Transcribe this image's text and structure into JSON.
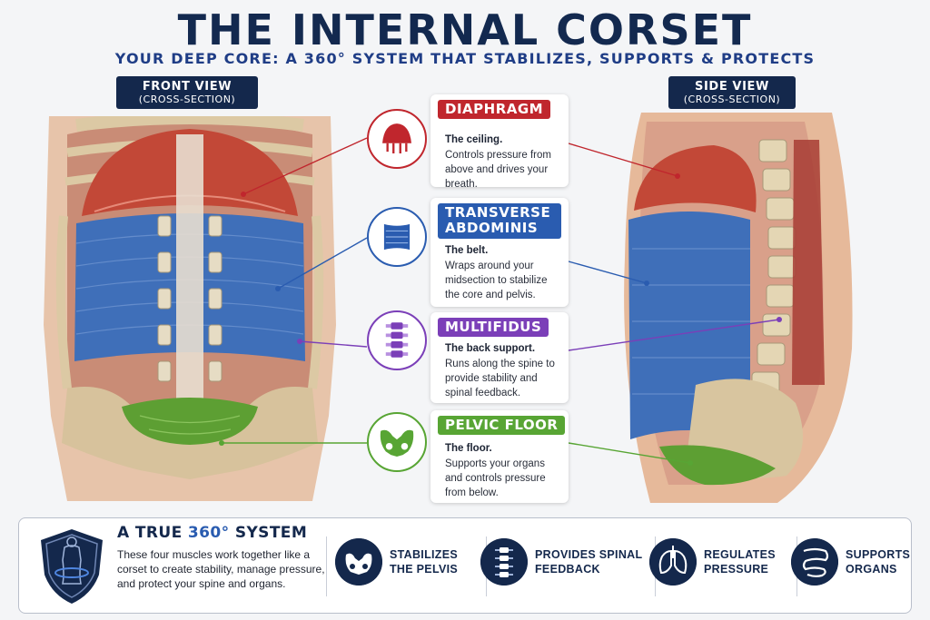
{
  "header": {
    "title": "THE INTERNAL CORSET",
    "subtitle": "YOUR DEEP CORE: A 360° SYSTEM THAT STABILIZES, SUPPORTS & PROTECTS"
  },
  "views": {
    "front": {
      "line1": "FRONT VIEW",
      "line2": "(CROSS-SECTION)"
    },
    "side": {
      "line1": "SIDE VIEW",
      "line2": "(CROSS-SECTION)"
    }
  },
  "muscles": [
    {
      "name": "DIAPHRAGM",
      "lead": "The ceiling.",
      "body": "Controls pressure from above and drives your breath.",
      "color": "#c0262d",
      "icon": "diaphragm-icon"
    },
    {
      "name": "TRANSVERSE ABDOMINIS",
      "lead": "The belt.",
      "body": "Wraps around your midsection to stabilize the core and pelvis.",
      "color": "#2a5cb0",
      "icon": "belt-icon"
    },
    {
      "name": "MULTIFIDUS",
      "lead": "The back support.",
      "body": "Runs along the spine to provide stability and spinal feedback.",
      "color": "#7b3fb8",
      "icon": "spine-icon"
    },
    {
      "name": "PELVIC FLOOR",
      "lead": "The floor.",
      "body": "Supports your organs and controls pressure from below.",
      "color": "#58a534",
      "icon": "pelvis-icon"
    }
  ],
  "system": {
    "heading_prefix": "A TRUE ",
    "heading_accent": "360°",
    "heading_suffix": " SYSTEM",
    "body": "These four muscles work together like a corset to create stability, manage pressure, and protect your spine and organs.",
    "icon": "shield-torso-icon"
  },
  "features": [
    {
      "line1": "STABILIZES",
      "line2": "THE PELVIS",
      "icon": "pelvis-icon"
    },
    {
      "line1": "PROVIDES SPINAL",
      "line2": "FEEDBACK",
      "icon": "spine-icon"
    },
    {
      "line1": "REGULATES",
      "line2": "PRESSURE",
      "icon": "lungs-icon"
    },
    {
      "line1": "SUPPORTS",
      "line2": "ORGANS",
      "icon": "intestines-icon"
    }
  ],
  "colors": {
    "navy": "#14284c",
    "diaphragm": "#c0262d",
    "transverse_abdominis": "#2a5cb0",
    "multifidus": "#7b3fb8",
    "pelvic_floor": "#58a534"
  }
}
